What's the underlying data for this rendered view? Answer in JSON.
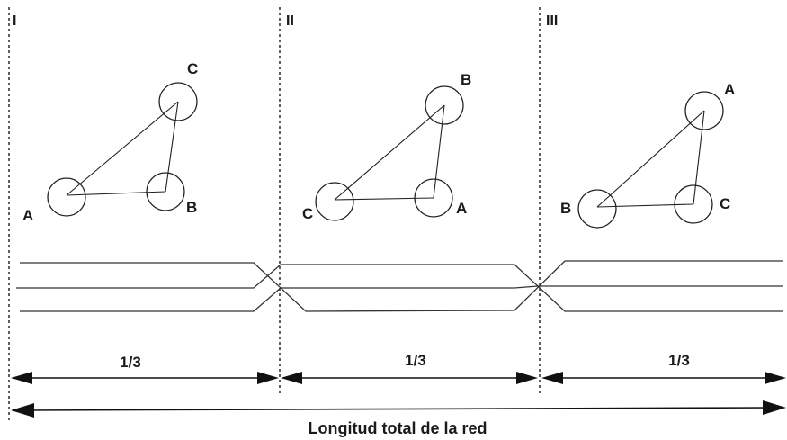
{
  "sections": [
    {
      "label": "I",
      "nodes": [
        "A",
        "B",
        "C"
      ]
    },
    {
      "label": "II",
      "nodes": [
        "C",
        "A",
        "B"
      ]
    },
    {
      "label": "III",
      "nodes": [
        "B",
        "C",
        "A"
      ]
    }
  ],
  "fractions": [
    "1/3",
    "1/3",
    "1/3"
  ],
  "total_label": "Longitud total de la red",
  "colors": {
    "ink": "#1a1a1a",
    "background": "#ffffff"
  }
}
